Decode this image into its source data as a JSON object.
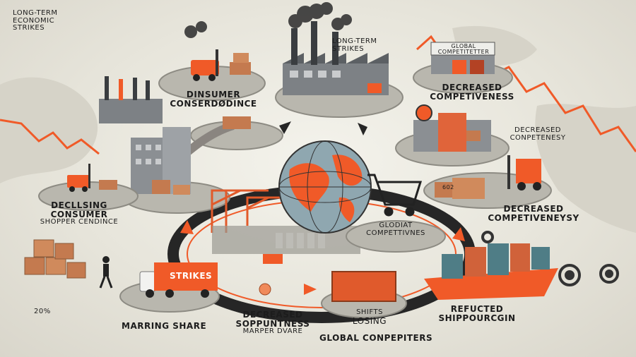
{
  "labels": {
    "top_left_title": [
      "LONG-TERM",
      "ECONOMIC",
      "STRIKES"
    ],
    "top_center": [
      "LONG-TERM",
      "STRIKES"
    ],
    "top_right_sign": [
      "GLOBAL",
      "COMPETITETTER"
    ],
    "top_right_node": [
      "DECREASED",
      "COMPETIVENESS"
    ],
    "upper_left_node": [
      "DINSUMER",
      "CONSERDØDINCE"
    ],
    "right_node_1": [
      "DECREASED",
      "CONPETENESY"
    ],
    "left_node": [
      "DECLLSING",
      "CONSUMER",
      "SHOPPER CENDINCE"
    ],
    "right_node_2": [
      "DECREASED",
      "COMPETIVENEYSY"
    ],
    "center_node": [
      "GLODIAT",
      "COMPETTIVNES"
    ],
    "truck_sign": "STRIKES",
    "percentage": "20%",
    "bottom_left": "MARRING SHARE",
    "bottom_center": [
      "DECREASED",
      "SOPPUNTNESS",
      "MARPER DVARE"
    ],
    "bottom_shifts": [
      "SHIFTS",
      "LOSING"
    ],
    "bottom_global": "GLOBAL CONPEPITERS",
    "bottom_right": [
      "REFUCTED",
      "SHIPPOURCGIN"
    ],
    "sticker": "602"
  },
  "colors": {
    "accent": "#f05a28",
    "dark": "#2a2a2a",
    "platform": "#b9b7ae",
    "building": "#8b8f93"
  }
}
